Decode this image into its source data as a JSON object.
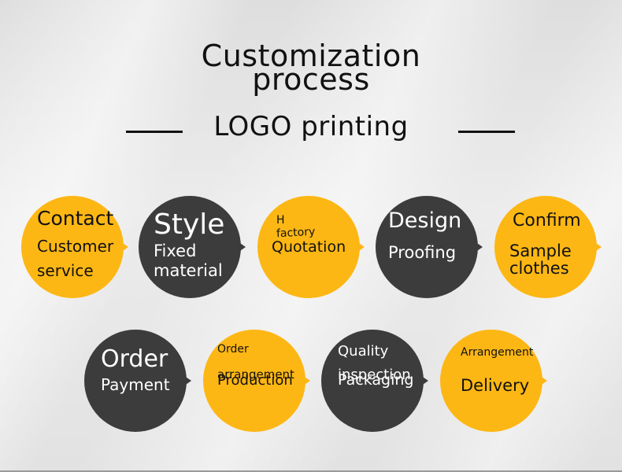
{
  "header": {
    "title_line1": "Customization",
    "title_line2": "process",
    "subtitle": "LOGO printing"
  },
  "colors": {
    "yellow": "#fdb714",
    "dark": "#3c3c3c",
    "text": "#111111"
  },
  "steps": [
    {
      "main": "Contact",
      "sub1": "Customer",
      "sub2": "service"
    },
    {
      "main": "Style",
      "sub1": "Fixed",
      "sub2": "material"
    },
    {
      "top1": "H",
      "top2": "factory",
      "sub": "Quotation"
    },
    {
      "main": "Design",
      "sub": "Proofing"
    },
    {
      "main": "Confirm",
      "sub1": "Sample",
      "sub2": "clothes"
    },
    {
      "main": "Order",
      "sub": "Payment"
    },
    {
      "top1": "Order",
      "top2": "arrangement",
      "sub": "Production"
    },
    {
      "top1": "Quality",
      "top2": "inspection",
      "sub": "Packaging"
    },
    {
      "top": "Arrangement",
      "sub": "Delivery"
    }
  ]
}
